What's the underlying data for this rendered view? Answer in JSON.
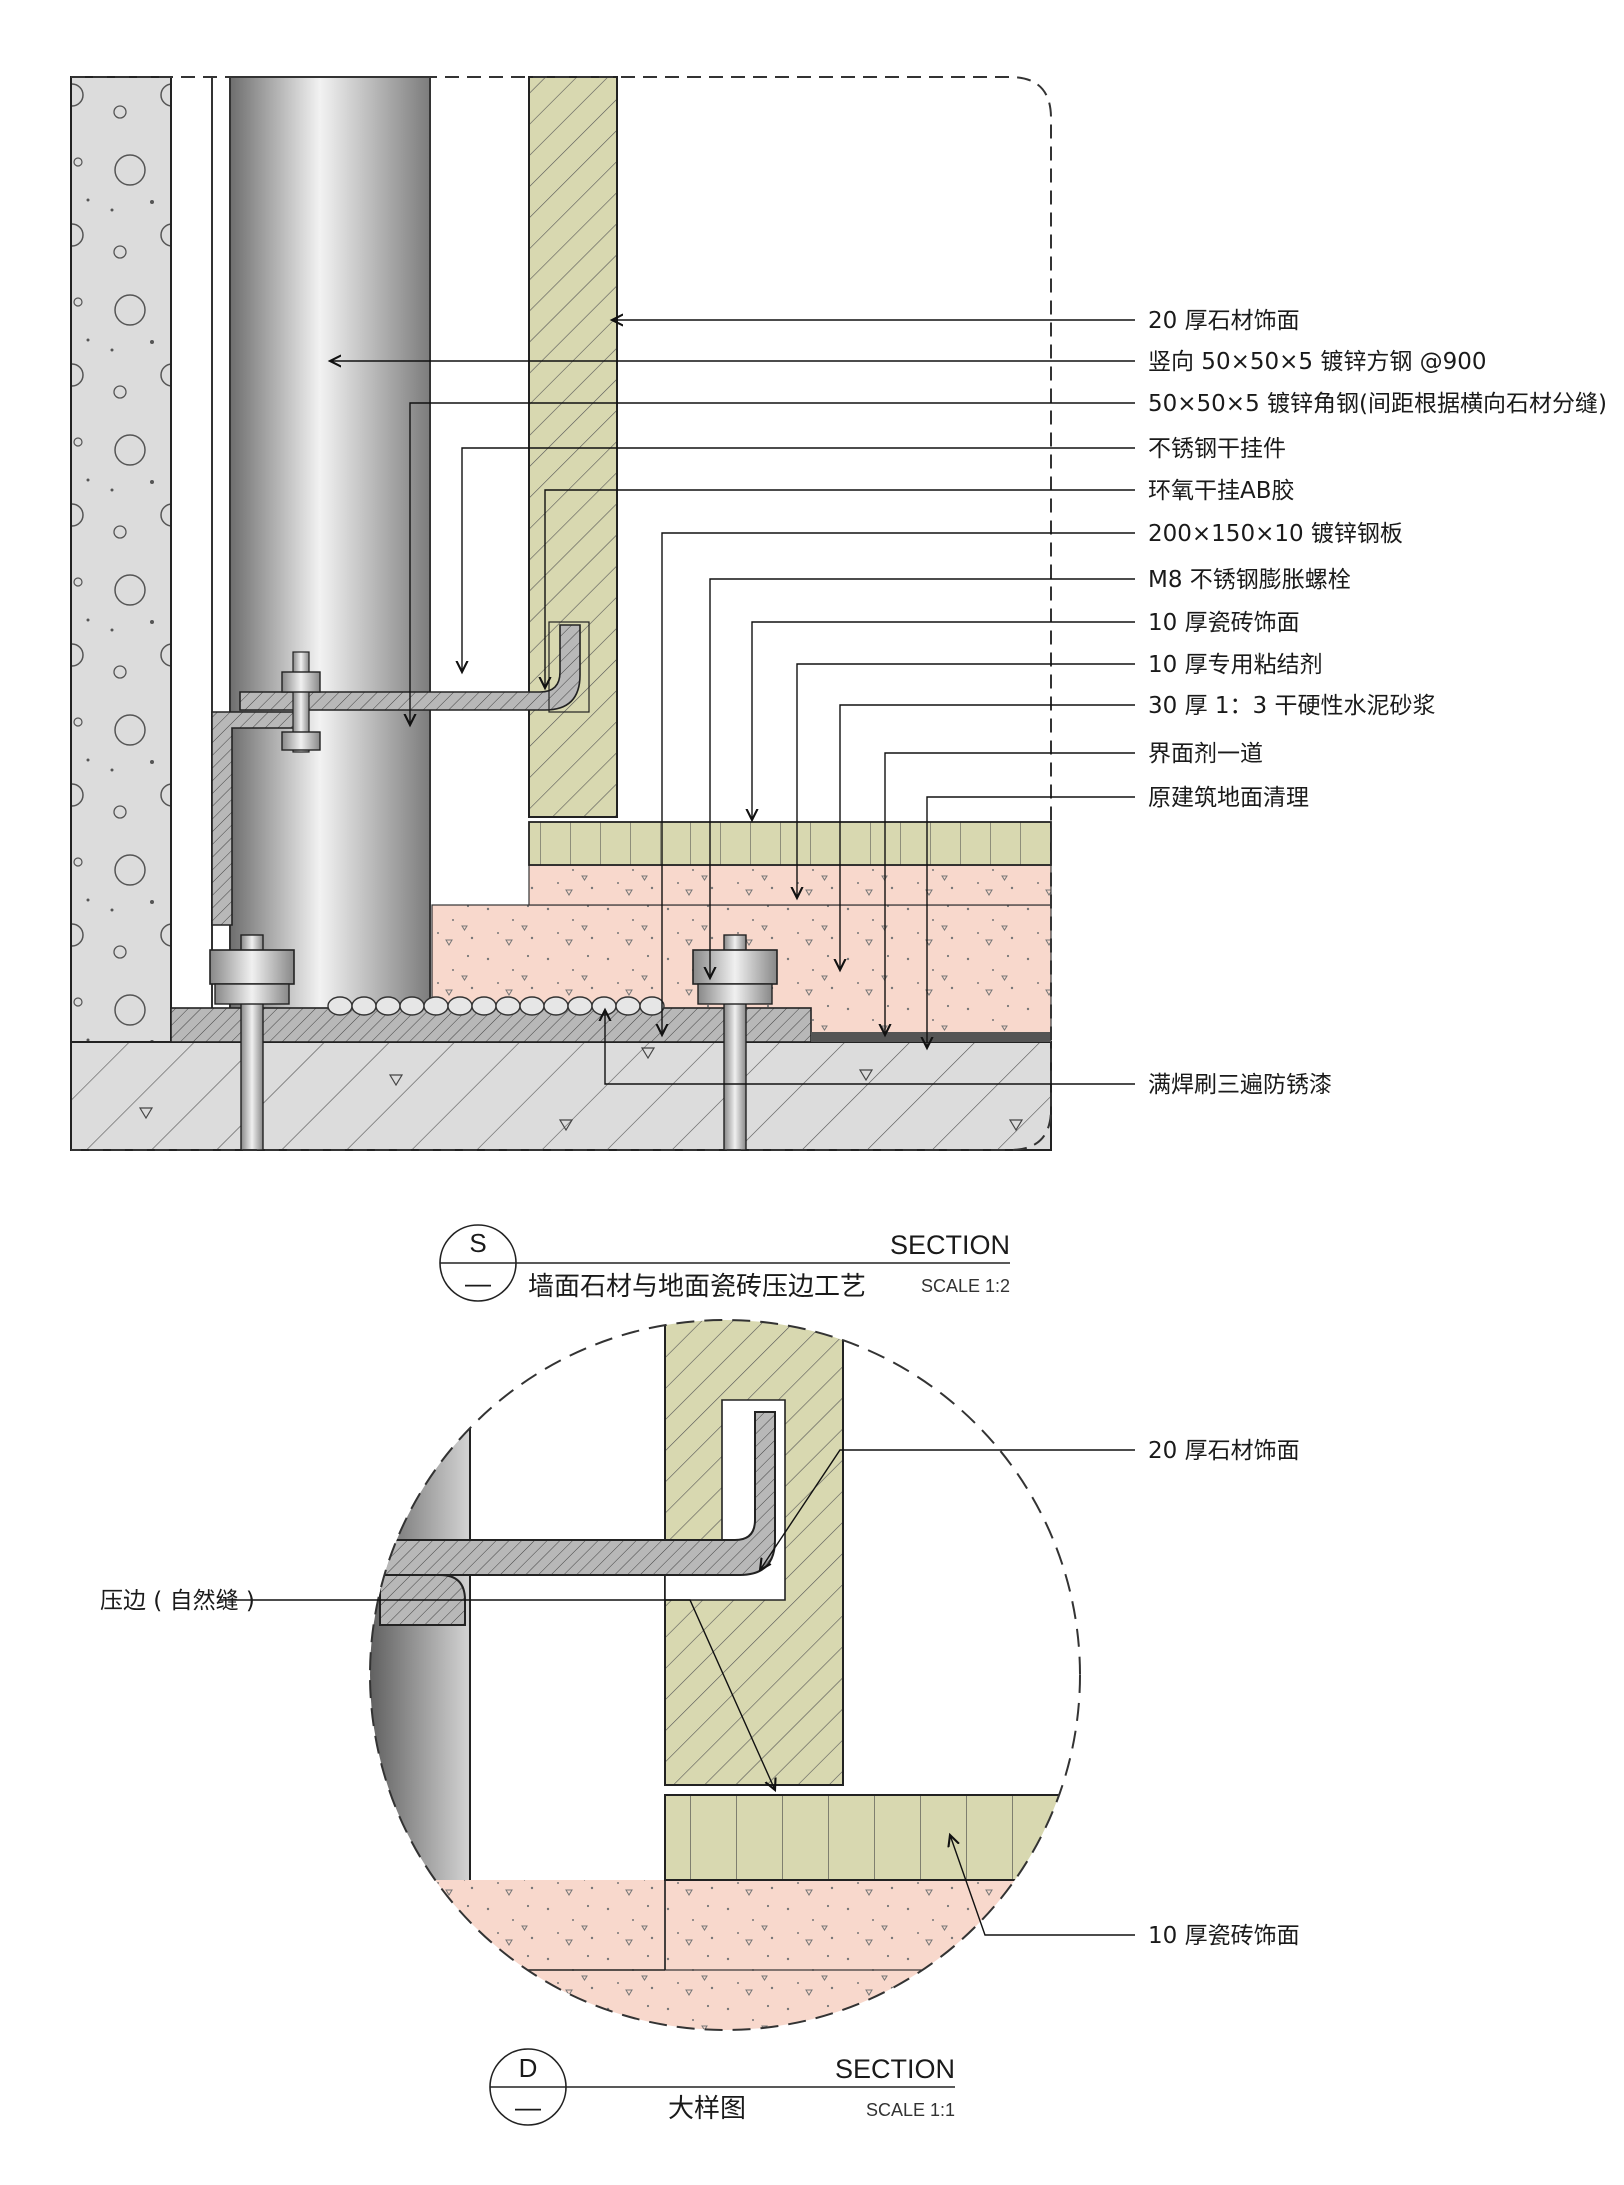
{
  "section_detail": {
    "tag": "S",
    "tag_sub": "—",
    "section_label": "SECTION",
    "scale": "SCALE 1:2",
    "title": "墙面石材与地面瓷砖压边工艺",
    "callouts": [
      "20 厚石材饰面",
      "竖向 50×50×5 镀锌方钢 @900",
      "50×50×5 镀锌角钢(间距根据横向石材分缝)",
      "不锈钢干挂件",
      "环氧干挂AB胶",
      "200×150×10 镀锌钢板",
      "M8 不锈钢膨胀螺栓",
      "10 厚瓷砖饰面",
      "10 厚专用粘结剂",
      "30 厚 1：3 干硬性水泥砂浆",
      "界面剂一道",
      "原建筑地面清理",
      "满焊刷三遍防锈漆"
    ]
  },
  "enlarged_detail": {
    "tag": "D",
    "tag_sub": "—",
    "section_label": "SECTION",
    "scale": "SCALE 1:1",
    "title": "大样图",
    "callouts": [
      "20 厚石材饰面",
      "压边 ( 自然缝 )",
      "10 厚瓷砖饰面"
    ]
  },
  "colors": {
    "stone": "#d8d8b0",
    "mortar": "#f8d8cc",
    "concrete": "#dcdcdc",
    "steel": "#b8b8b8"
  }
}
